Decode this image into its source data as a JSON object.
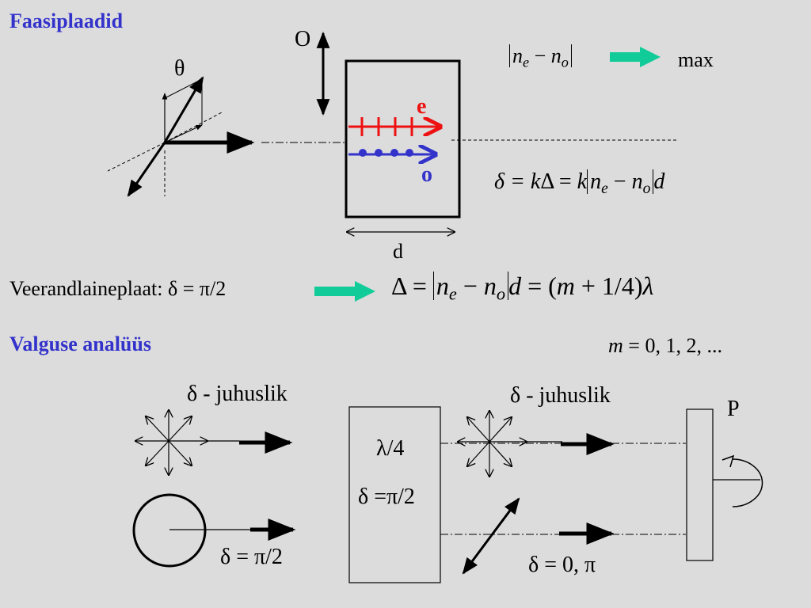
{
  "colors": {
    "heading": "#3333cc",
    "e_ray": "#ee1111",
    "o_ray": "#3333cc",
    "arrow_fill": "#11cc99",
    "background": "#dcdcdc"
  },
  "top": {
    "heading": "Faasiplaadid",
    "theta": "θ",
    "optic_axis": "O",
    "e_label": "e",
    "o_label": "o",
    "thickness": "d",
    "eq_abs": {
      "ne": "n",
      "e": "e",
      "minus": " − ",
      "no": "n",
      "o": "o"
    },
    "max": "max",
    "delta_eq": {
      "lhs": "δ = ",
      "k": "k",
      "Delta": "Δ",
      "eq2": "  = ",
      "k2": "k",
      "ne": "n",
      "e": "e",
      "minus": " − ",
      "no": "n",
      "o": "o",
      "d": "d"
    }
  },
  "quarter": {
    "label": "Veerandlaineplaat: δ = π/2",
    "lhs": "Δ = ",
    "ne": "n",
    "e": "e",
    "minus": " − ",
    "no": "n",
    "o": "o",
    "d": "d",
    "rhs_open": "  = (",
    "m": "m",
    "rhs_mid": " + 1/4)",
    "lambda": "λ"
  },
  "analysis": {
    "heading": "Valguse analüüs",
    "m_var": "m",
    "m_values": " = 0, 1, 2, ...",
    "delta_random_1": "δ - juhuslik",
    "delta_random_2": "δ - juhuslik",
    "plate_l4": "λ/4",
    "plate_delta": "δ =π/2",
    "circ_delta": "δ = π/2",
    "delta_zero_pi": "δ = 0, π",
    "polarizer": "P"
  }
}
